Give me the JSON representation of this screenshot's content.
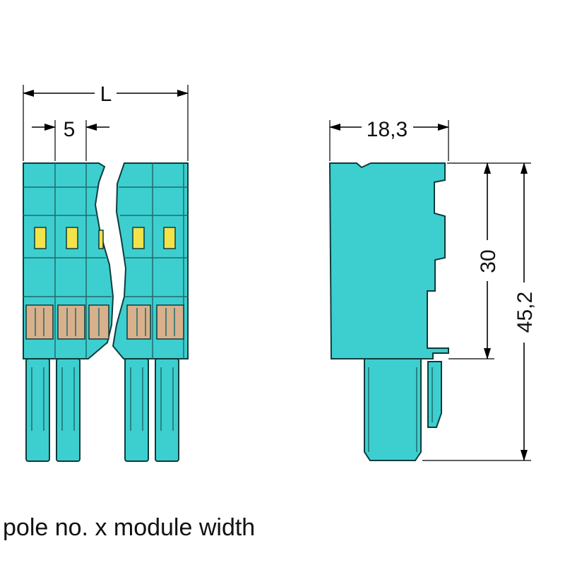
{
  "dimensions": {
    "length_label": "L",
    "pitch_label": "5",
    "width_label": "18,3",
    "height_label": "30",
    "total_height_label": "45,2"
  },
  "caption": "pole no. x module width",
  "colors": {
    "housing": "#3dcfcf",
    "latch_window": "#f2e34a",
    "contact_slot": "#d8b08c",
    "outline": "#0f3b3b",
    "dimension_line": "#000000"
  }
}
